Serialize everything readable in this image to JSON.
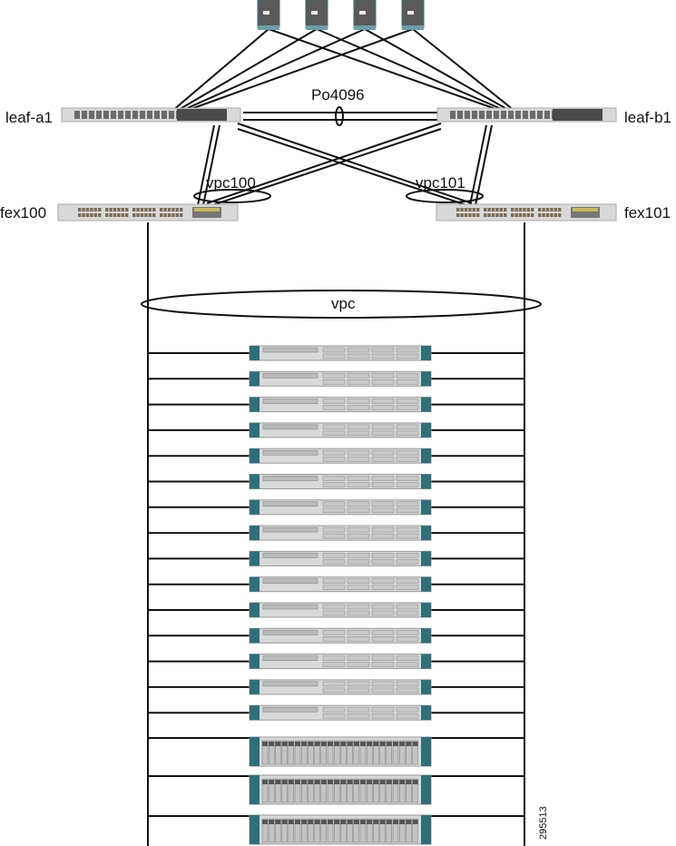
{
  "labels": {
    "leaf_a": "leaf-a1",
    "leaf_b": "leaf-b1",
    "fex_a": "fex100",
    "fex_b": "fex101",
    "peer_link": "Po4096",
    "vpc_a": "vpc100",
    "vpc_b": "vpc101",
    "host_vpc": "vpc",
    "figure_id": "295513"
  },
  "topology": {
    "spines": 4,
    "servers_1ru": 15,
    "servers_2ru": 3
  },
  "colors": {
    "line": "#111111",
    "chassis": "#d9d9d9",
    "teal": "#2f6f7a",
    "dark_panel": "#4a4a4a",
    "port": "#6b6b6b",
    "fex_uplink": "#c9b75a"
  }
}
